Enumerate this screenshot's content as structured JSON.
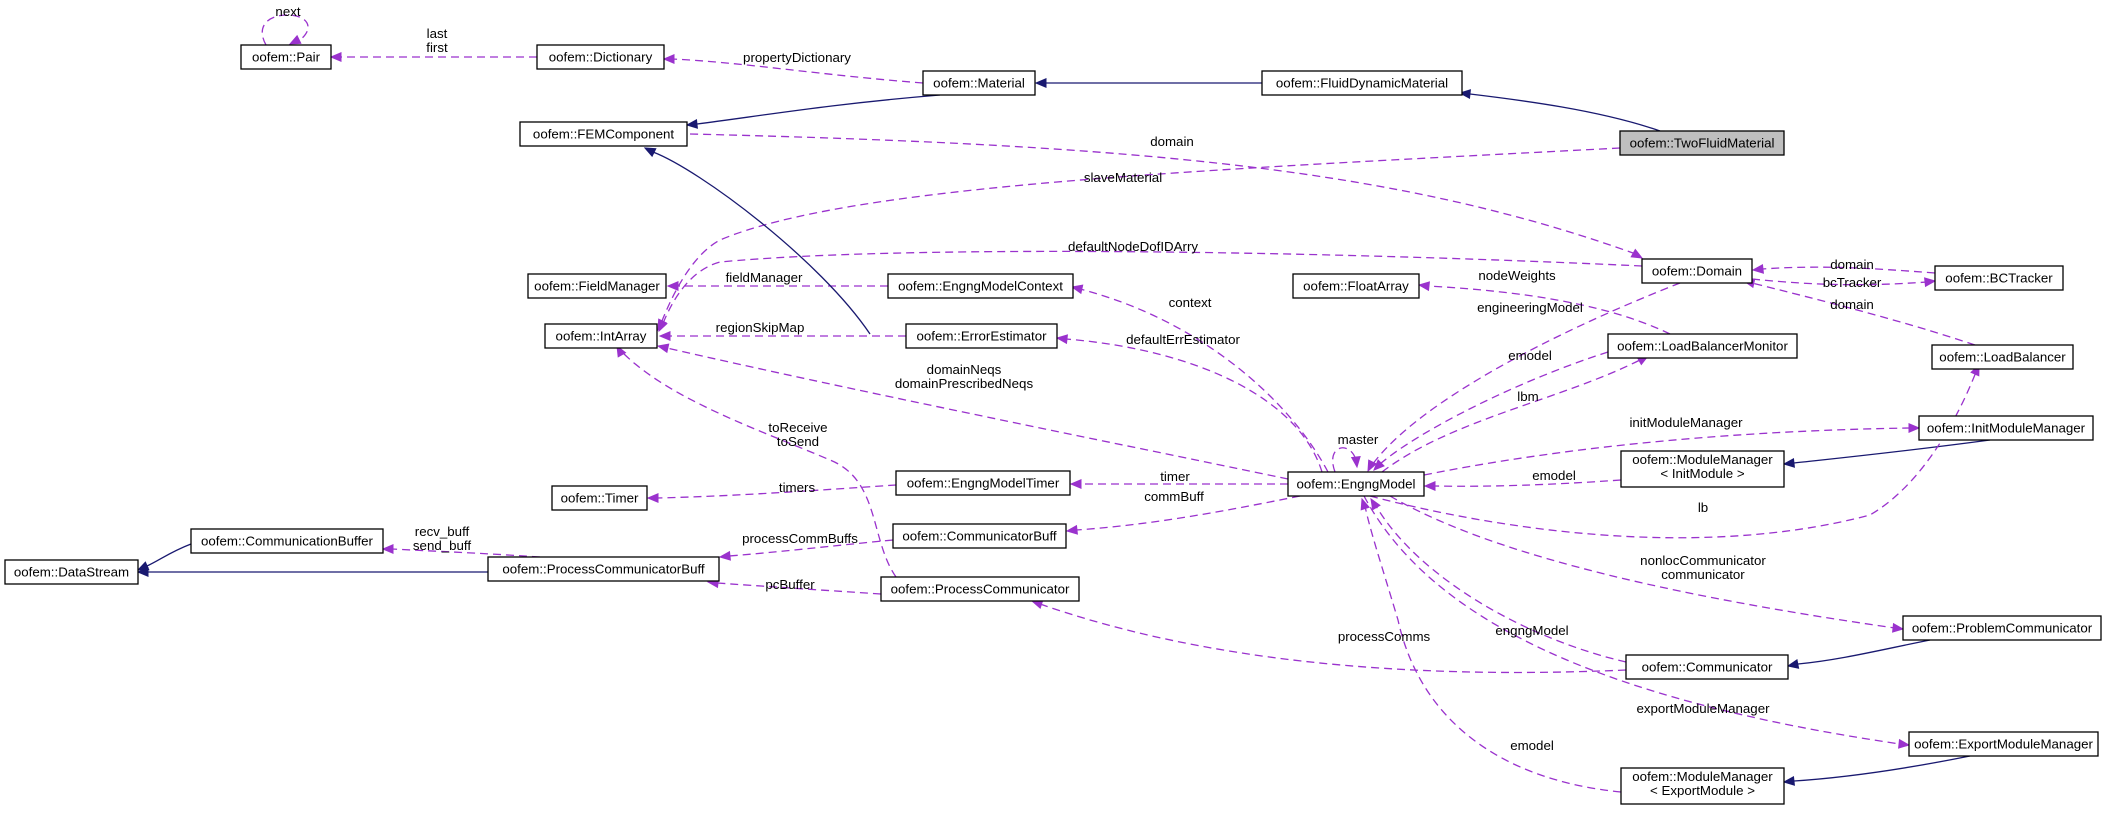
{
  "diagram": {
    "nodes": [
      {
        "id": "pair",
        "lines": [
          "oofem::Pair"
        ]
      },
      {
        "id": "dictionary",
        "lines": [
          "oofem::Dictionary"
        ]
      },
      {
        "id": "material",
        "lines": [
          "oofem::Material"
        ]
      },
      {
        "id": "fluiddyn",
        "lines": [
          "oofem::FluidDynamicMaterial"
        ]
      },
      {
        "id": "femcomp",
        "lines": [
          "oofem::FEMComponent"
        ]
      },
      {
        "id": "twofluid",
        "lines": [
          "oofem::TwoFluidMaterial"
        ],
        "highlight": true
      },
      {
        "id": "domain",
        "lines": [
          "oofem::Domain"
        ]
      },
      {
        "id": "bctracker",
        "lines": [
          "oofem::BCTracker"
        ]
      },
      {
        "id": "fieldmanager",
        "lines": [
          "oofem::FieldManager"
        ]
      },
      {
        "id": "engngctx",
        "lines": [
          "oofem::EngngModelContext"
        ]
      },
      {
        "id": "floatarray",
        "lines": [
          "oofem::FloatArray"
        ]
      },
      {
        "id": "intarray",
        "lines": [
          "oofem::IntArray"
        ]
      },
      {
        "id": "errest",
        "lines": [
          "oofem::ErrorEstimator"
        ]
      },
      {
        "id": "lbmonitor",
        "lines": [
          "oofem::LoadBalancerMonitor"
        ]
      },
      {
        "id": "loadbal",
        "lines": [
          "oofem::LoadBalancer"
        ]
      },
      {
        "id": "initmm",
        "lines": [
          "oofem::InitModuleManager"
        ]
      },
      {
        "id": "mminit",
        "lines": [
          "oofem::ModuleManager",
          "< InitModule >"
        ]
      },
      {
        "id": "timer",
        "lines": [
          "oofem::Timer"
        ]
      },
      {
        "id": "engtimer",
        "lines": [
          "oofem::EngngModelTimer"
        ]
      },
      {
        "id": "engng",
        "lines": [
          "oofem::EngngModel"
        ]
      },
      {
        "id": "commbuffer",
        "lines": [
          "oofem::CommunicationBuffer"
        ]
      },
      {
        "id": "commbuff",
        "lines": [
          "oofem::CommunicatorBuff"
        ]
      },
      {
        "id": "datastream",
        "lines": [
          "oofem::DataStream"
        ]
      },
      {
        "id": "pcbuff",
        "lines": [
          "oofem::ProcessCommunicatorBuff"
        ]
      },
      {
        "id": "pcomm",
        "lines": [
          "oofem::ProcessCommunicator"
        ]
      },
      {
        "id": "probcomm",
        "lines": [
          "oofem::ProblemCommunicator"
        ]
      },
      {
        "id": "communicator",
        "lines": [
          "oofem::Communicator"
        ]
      },
      {
        "id": "exportmm",
        "lines": [
          "oofem::ExportModuleManager"
        ]
      },
      {
        "id": "mmexport",
        "lines": [
          "oofem::ModuleManager",
          "< ExportModule >"
        ]
      }
    ],
    "edges": [
      {
        "id": "e-pair-next",
        "from": "pair",
        "to": "pair",
        "kind": "use",
        "labels": [
          "next"
        ]
      },
      {
        "id": "e-dict-pair",
        "from": "dictionary",
        "to": "pair",
        "kind": "use",
        "labels": [
          "last",
          "first"
        ]
      },
      {
        "id": "e-mat-dict",
        "from": "material",
        "to": "dictionary",
        "kind": "use",
        "labels": [
          "propertyDictionary"
        ]
      },
      {
        "id": "e-fluid-mat",
        "from": "fluiddyn",
        "to": "material",
        "kind": "inh",
        "labels": []
      },
      {
        "id": "e-mat-fem",
        "from": "material",
        "to": "femcomp",
        "kind": "inh",
        "labels": []
      },
      {
        "id": "e-two-fluid",
        "from": "twofluid",
        "to": "fluiddyn",
        "kind": "inh",
        "labels": []
      },
      {
        "id": "e-fem-domain",
        "from": "femcomp",
        "to": "domain",
        "kind": "use",
        "labels": [
          "domain"
        ]
      },
      {
        "id": "e-two-int",
        "from": "twofluid",
        "to": "intarray",
        "kind": "use",
        "labels": [
          "slaveMaterial"
        ]
      },
      {
        "id": "e-dom-int",
        "from": "domain",
        "to": "intarray",
        "kind": "use",
        "labels": [
          "defaultNodeDofIDArry"
        ]
      },
      {
        "id": "e-bc-domain",
        "from": "bctracker",
        "to": "domain",
        "kind": "use",
        "labels": [
          "domain"
        ]
      },
      {
        "id": "e-dom-bc",
        "from": "domain",
        "to": "bctracker",
        "kind": "use",
        "labels": [
          "bcTracker"
        ]
      },
      {
        "id": "e-lb-domain",
        "from": "loadbal",
        "to": "domain",
        "kind": "use",
        "labels": [
          "domain"
        ]
      },
      {
        "id": "e-ctx-field",
        "from": "engngctx",
        "to": "fieldmanager",
        "kind": "use",
        "labels": [
          "fieldManager"
        ]
      },
      {
        "id": "e-err-int",
        "from": "errest",
        "to": "intarray",
        "kind": "use",
        "labels": [
          "regionSkipMap"
        ]
      },
      {
        "id": "e-err-fem",
        "from": "errest",
        "to": "femcomp",
        "kind": "inh",
        "labels": []
      },
      {
        "id": "e-lbm-float",
        "from": "lbmonitor",
        "to": "floatarray",
        "kind": "use",
        "labels": [
          "nodeWeights"
        ]
      },
      {
        "id": "e-eng-ctx",
        "from": "engng",
        "to": "engngctx",
        "kind": "use",
        "labels": [
          "context"
        ]
      },
      {
        "id": "e-eng-err",
        "from": "engng",
        "to": "errest",
        "kind": "use",
        "labels": [
          "defaultErrEstimator"
        ]
      },
      {
        "id": "e-eng-int",
        "from": "engng",
        "to": "intarray",
        "kind": "use",
        "labels": [
          "domainNeqs",
          "domainPrescribedNeqs"
        ]
      },
      {
        "id": "e-dom-eng",
        "from": "domain",
        "to": "engng",
        "kind": "use",
        "labels": [
          "engineeringModel"
        ]
      },
      {
        "id": "e-lbm-eng",
        "from": "lbmonitor",
        "to": "engng",
        "kind": "use",
        "labels": [
          "emodel"
        ]
      },
      {
        "id": "e-eng-lbm",
        "from": "engng",
        "to": "lbmonitor",
        "kind": "use",
        "labels": [
          "lbm"
        ]
      },
      {
        "id": "e-eng-self",
        "from": "engng",
        "to": "engng",
        "kind": "use",
        "labels": [
          "master"
        ]
      },
      {
        "id": "e-eng-initmm",
        "from": "engng",
        "to": "initmm",
        "kind": "use",
        "labels": [
          "initModuleManager"
        ]
      },
      {
        "id": "e-mminit-eng",
        "from": "mminit",
        "to": "engng",
        "kind": "use",
        "labels": [
          "emodel"
        ]
      },
      {
        "id": "e-initmm-mminit",
        "from": "initmm",
        "to": "mminit",
        "kind": "inh",
        "labels": []
      },
      {
        "id": "e-eng-lb",
        "from": "engng",
        "to": "loadbal",
        "kind": "use",
        "labels": [
          "lb"
        ]
      },
      {
        "id": "e-eng-timer",
        "from": "engng",
        "to": "engtimer",
        "kind": "use",
        "labels": [
          "timer"
        ]
      },
      {
        "id": "e-etimer-timer",
        "from": "engtimer",
        "to": "timer",
        "kind": "use",
        "labels": [
          "timers"
        ]
      },
      {
        "id": "e-eng-commbuff",
        "from": "engng",
        "to": "commbuff",
        "kind": "use",
        "labels": [
          "commBuff"
        ]
      },
      {
        "id": "e-pcomm-int",
        "from": "pcomm",
        "to": "intarray",
        "kind": "use",
        "labels": [
          "toReceive",
          "toSend"
        ]
      },
      {
        "id": "e-commbuff-pcb",
        "from": "commbuff",
        "to": "pcbuff",
        "kind": "use",
        "labels": [
          "processCommBuffs"
        ]
      },
      {
        "id": "e-pcb-cb",
        "from": "pcbuff",
        "to": "commbuffer",
        "kind": "use",
        "labels": [
          "recv_buff",
          "send_buff"
        ]
      },
      {
        "id": "e-cb-ds",
        "from": "commbuffer",
        "to": "datastream",
        "kind": "inh",
        "labels": []
      },
      {
        "id": "e-pcb-ds",
        "from": "pcbuff",
        "to": "datastream",
        "kind": "inh",
        "labels": []
      },
      {
        "id": "e-pcomm-pcb",
        "from": "pcomm",
        "to": "pcbuff",
        "kind": "use",
        "labels": [
          "pcBuffer"
        ]
      },
      {
        "id": "e-eng-prob",
        "from": "engng",
        "to": "probcomm",
        "kind": "use",
        "labels": [
          "nonlocCommunicator",
          "communicator"
        ]
      },
      {
        "id": "e-prob-comm",
        "from": "probcomm",
        "to": "communicator",
        "kind": "inh",
        "labels": []
      },
      {
        "id": "e-comm-pcomm",
        "from": "communicator",
        "to": "pcomm",
        "kind": "use",
        "labels": [
          "processComms"
        ]
      },
      {
        "id": "e-comm-eng",
        "from": "communicator",
        "to": "engng",
        "kind": "use",
        "labels": [
          "engngModel"
        ]
      },
      {
        "id": "e-eng-exportmm",
        "from": "engng",
        "to": "exportmm",
        "kind": "use",
        "labels": [
          "exportModuleManager"
        ]
      },
      {
        "id": "e-mmexp-eng",
        "from": "mmexport",
        "to": "engng",
        "kind": "use",
        "labels": [
          "emodel"
        ]
      },
      {
        "id": "e-exportmm-mmexp",
        "from": "exportmm",
        "to": "mmexport",
        "kind": "inh",
        "labels": []
      }
    ]
  }
}
